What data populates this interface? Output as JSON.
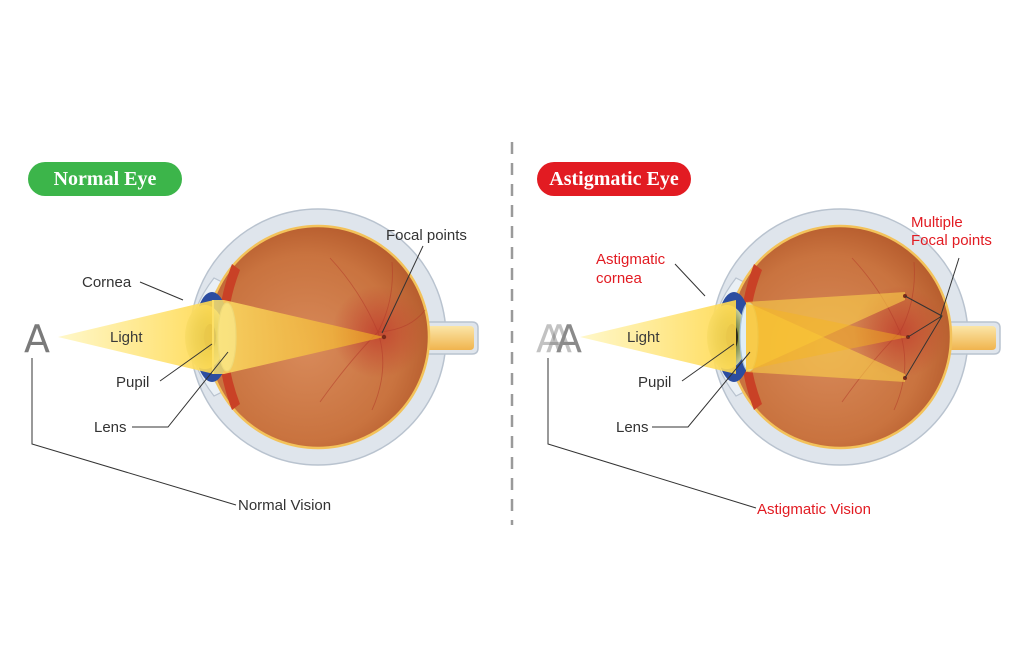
{
  "left": {
    "title": "Normal Eye",
    "letter": "A",
    "labels": {
      "focal": "Focal points",
      "cornea": "Cornea",
      "light": "Light",
      "pupil": "Pupil",
      "lens": "Lens",
      "vision": "Normal Vision"
    }
  },
  "right": {
    "title": "Astigmatic Eye",
    "letter": "A",
    "labels": {
      "focal_line1": "Multiple",
      "focal_line2": "Focal points",
      "cornea_line1": "Astigmatic",
      "cornea_line2": "cornea",
      "light": "Light",
      "pupil": "Pupil",
      "lens": "Lens",
      "vision": "Astigmatic Vision"
    }
  },
  "colors": {
    "normal_accent": "#3cb54a",
    "astigmatic_accent": "#e21b22",
    "label_text": "#333333",
    "divider": "#9a9a9a"
  }
}
